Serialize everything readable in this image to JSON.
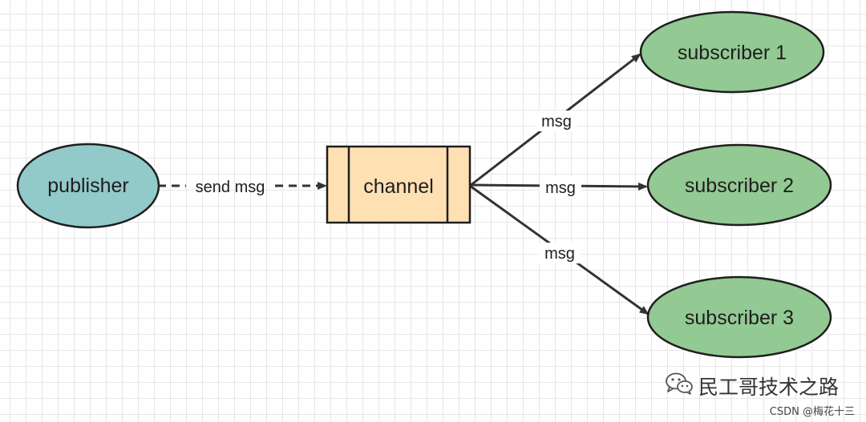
{
  "nodes": {
    "publisher": {
      "label": "publisher",
      "fill": "#92c9c9",
      "stroke": "#1e1e1e"
    },
    "channel": {
      "label": "channel",
      "fill": "#ffe0b3",
      "stroke": "#1e1e1e"
    },
    "subscribers": [
      {
        "label": "subscriber 1",
        "fill": "#93c993",
        "stroke": "#1e1e1e"
      },
      {
        "label": "subscriber 2",
        "fill": "#93c993",
        "stroke": "#1e1e1e"
      },
      {
        "label": "subscriber 3",
        "fill": "#93c993",
        "stroke": "#1e1e1e"
      }
    ]
  },
  "edges": {
    "publish": {
      "label": "send msg",
      "style": "dashed"
    },
    "deliver": [
      {
        "label": "msg"
      },
      {
        "label": "msg"
      },
      {
        "label": "msg"
      }
    ]
  },
  "watermark": {
    "icon": "wechat-icon",
    "text": "民工哥技术之路",
    "credit": "CSDN @梅花十三"
  },
  "colors": {
    "line": "#333333",
    "grid": "#e6e6e6"
  }
}
